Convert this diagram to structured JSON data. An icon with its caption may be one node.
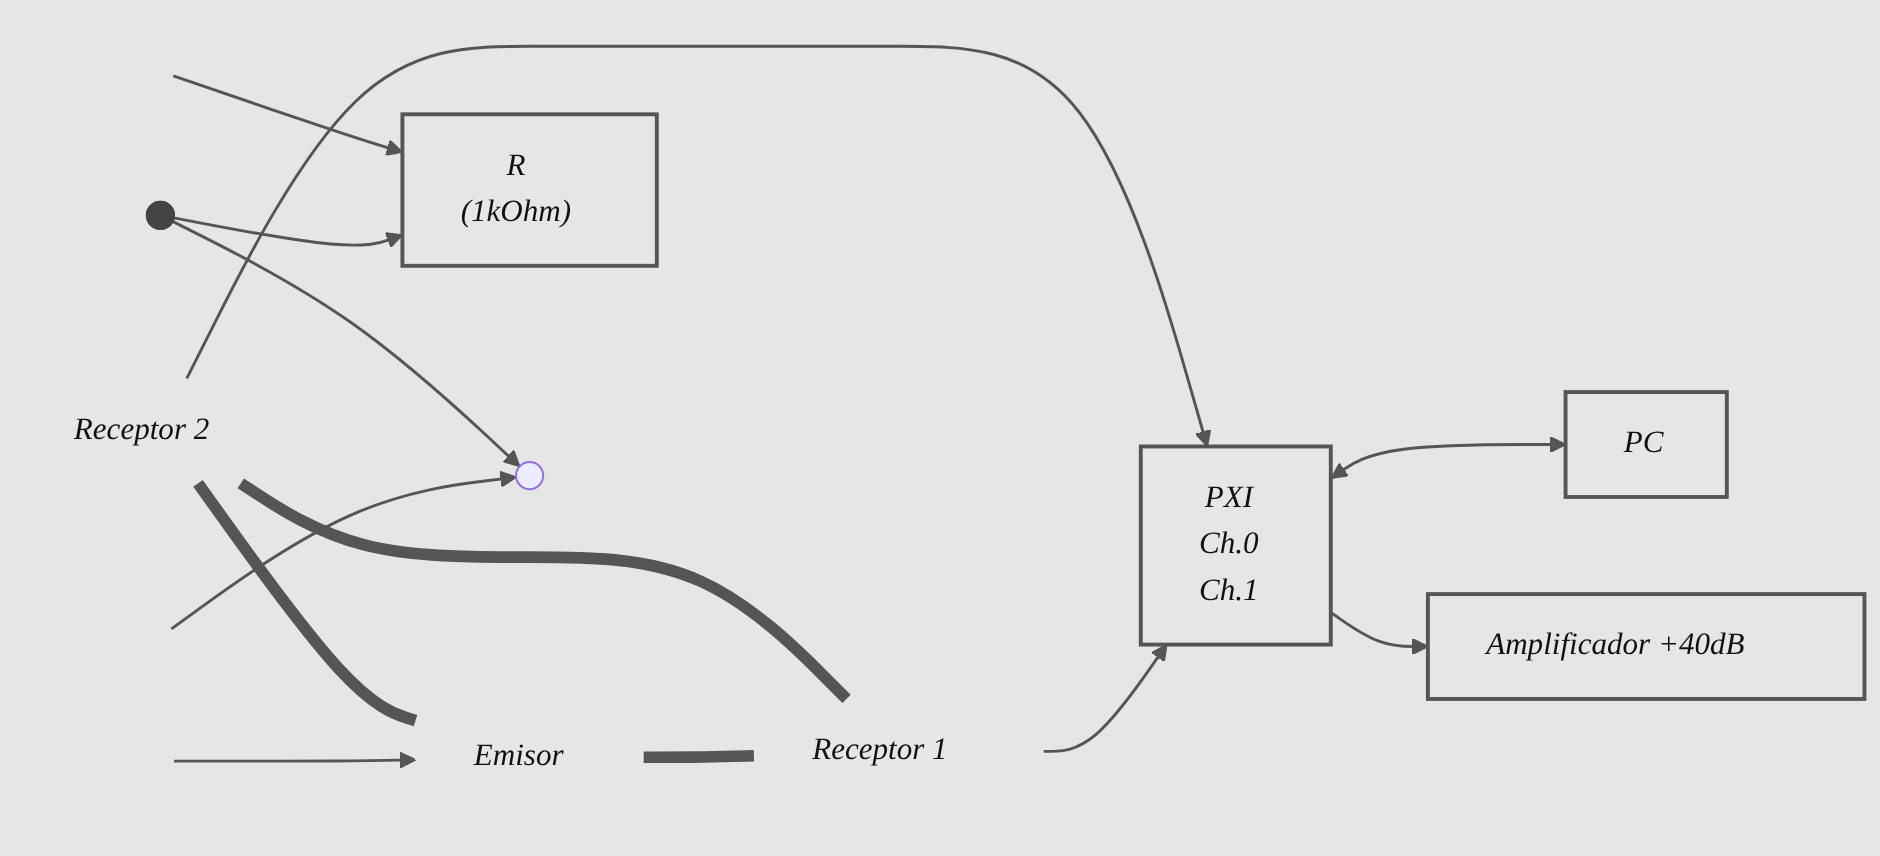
{
  "diagram": {
    "nodes": [
      {
        "text": [
          "Receptor 2"
        ]
      },
      {
        "text": [
          "PXI",
          "Ch.0",
          "Ch.1"
        ]
      },
      {
        "text": [
          "Amplificador +40dB"
        ]
      },
      {
        "text": [
          "Emisor"
        ]
      },
      {
        "text": [
          "Receptor 1"
        ]
      },
      {
        "text": [
          "PC"
        ]
      },
      {
        "text": [
          "R",
          "(1kOhm)"
        ]
      },
      {
        "text": [],
        "shape": "circle"
      },
      {
        "text": [],
        "shape": "point"
      }
    ],
    "edges": [
      {
        "from": 1,
        "to": 5,
        "arrow": "both"
      },
      {
        "from": 1,
        "to": 2,
        "arrow": "to"
      },
      {
        "from": 0,
        "to": 4,
        "arrow": "none",
        "style": "thick"
      },
      {
        "from": 0,
        "to": 3,
        "arrow": "none",
        "style": "thick"
      },
      {
        "from": 3,
        "to": 4,
        "arrow": "none",
        "style": "thick"
      },
      {
        "from": 0,
        "to": 1,
        "arrow": "to"
      },
      {
        "from": 4,
        "to": 1,
        "arrow": "to"
      },
      {
        "from": null,
        "to": 3,
        "arrow": "to"
      },
      {
        "from": null,
        "to": 6,
        "arrow": "to"
      },
      {
        "from": 7,
        "to": 6,
        "arrow": "to"
      },
      {
        "from": 7,
        "to": 8,
        "arrow": "to"
      },
      {
        "from": null,
        "to": 8,
        "arrow": "to"
      }
    ]
  }
}
